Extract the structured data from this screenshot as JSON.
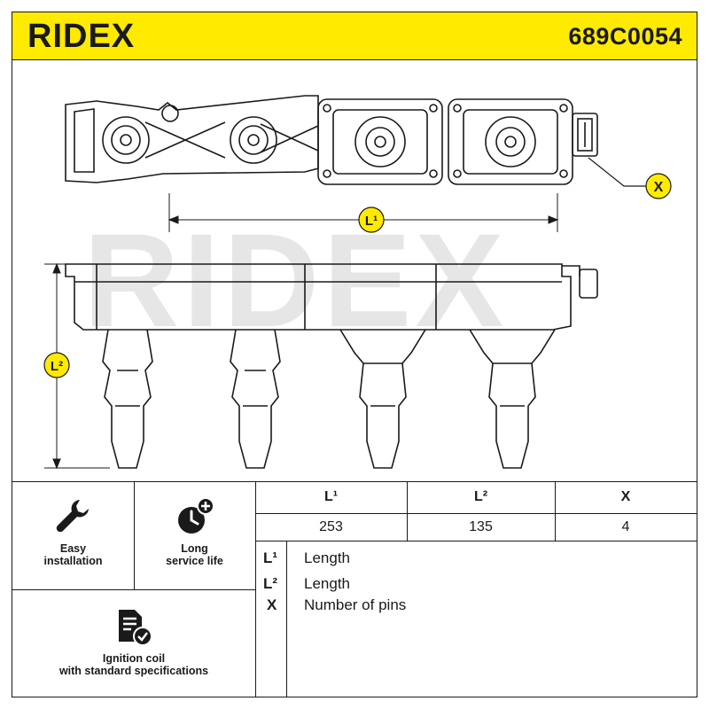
{
  "header": {
    "brand": "RIDEX",
    "part_number": "689C0054"
  },
  "drawing": {
    "label_l1": "L¹",
    "label_l2": "L²",
    "label_x": "X",
    "watermark": "RIDEX"
  },
  "features": [
    {
      "icon": "wrench-icon",
      "label_line1": "Easy",
      "label_line2": "installation"
    },
    {
      "icon": "clock-plus-icon",
      "label_line1": "Long",
      "label_line2": "service life"
    },
    {
      "icon": "document-check-icon",
      "label_line1": "Ignition coil",
      "label_line2": "with standard specifications"
    }
  ],
  "specs": {
    "headers": [
      "L¹",
      "L²",
      "X"
    ],
    "values": [
      "253",
      "135",
      "4"
    ]
  },
  "legend": [
    {
      "key": "L¹",
      "text": "Length"
    },
    {
      "key": "L²",
      "text": "Length"
    },
    {
      "key": "X",
      "text": "Number of pins"
    }
  ],
  "colors": {
    "accent": "#ffea00",
    "line": "#1a1a1a",
    "watermark": "#e6e6e6"
  }
}
